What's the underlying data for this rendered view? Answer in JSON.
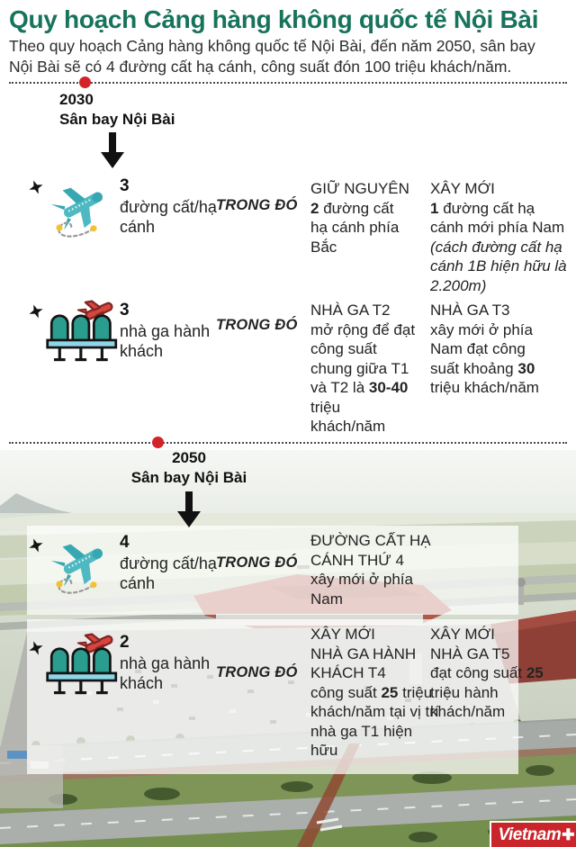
{
  "header": {
    "title": "Quy hoạch Cảng hàng không quốc tế Nội Bài",
    "subtitle": "Theo quy hoạch Cảng hàng không quốc tế Nội Bài, đến năm 2050, sân bay\nNội Bài sẽ có 4 đường cất hạ cánh, công suất đón 100 triệu khách/năm."
  },
  "colors": {
    "title_green": "#17735C",
    "timeline_red": "#D2232A",
    "plane_teal": "#4FB9C1",
    "seat_green": "#2A9D8F",
    "accent_yellow": "#F2C232",
    "logo_red": "#C9252B"
  },
  "icons": {
    "row_plane": "departing-plane-icon",
    "row_terminal": "terminal-seats-icon",
    "marker": "sparkle-icon",
    "down": "arrow-down-icon"
  },
  "sections": [
    {
      "year": "2030",
      "place": "Sân bay Nội Bài",
      "rows": [
        {
          "count": "3",
          "unit": "đường cất/hạ cánh",
          "connector": "TRONG ĐÓ",
          "cols": [
            {
              "heading": "GIỮ NGUYÊN",
              "pre": "",
              "bold": "2",
              "post": " đường cất hạ cánh phía Bắc",
              "note": ""
            },
            {
              "heading": "XÂY MỚI",
              "pre": "",
              "bold": "1",
              "post": " đường cất hạ cánh mới phía Nam",
              "note": "(cách đường cất hạ cánh 1B hiện hữu là 2.200m)"
            }
          ]
        },
        {
          "count": "3",
          "unit": "nhà ga hành khách",
          "connector": "TRONG ĐÓ",
          "cols": [
            {
              "heading": "NHÀ GA T2",
              "pre": "mở rộng để đạt công suất chung giữa T1 và T2 là ",
              "bold": "30-40",
              "post": " triệu khách/năm",
              "note": ""
            },
            {
              "heading": "NHÀ GA T3",
              "pre": "xây mới ở phía Nam đạt công suất khoảng ",
              "bold": "30",
              "post": " triệu khách/năm",
              "note": ""
            }
          ]
        }
      ]
    },
    {
      "year": "2050",
      "place": "Sân bay Nội Bài",
      "rows": [
        {
          "count": "4",
          "unit": "đường cất/hạ cánh",
          "connector": "TRONG ĐÓ",
          "cols": [
            {
              "heading": "ĐƯỜNG CẤT HẠ\nCÁNH THỨ 4",
              "pre": "xây mới ở phía Nam",
              "bold": "",
              "post": "",
              "note": ""
            }
          ]
        },
        {
          "count": "2",
          "unit": "nhà ga hành khách",
          "connector": "TRONG ĐÓ",
          "cols": [
            {
              "heading": "XÂY MỚI\nNHÀ GA HÀNH KHÁCH T4",
              "pre": "công suất ",
              "bold": "25",
              "post": " triệu khách/năm tại vị trí nhà ga T1 hiện hữu",
              "note": ""
            },
            {
              "heading": "XÂY MỚI\nNHÀ GA T5",
              "pre": "đạt công suất ",
              "bold": "25",
              "post": " triệu hành khách/năm",
              "note": ""
            }
          ]
        }
      ]
    }
  ],
  "logo": {
    "text": "Vietnam",
    "plus": "✚"
  }
}
